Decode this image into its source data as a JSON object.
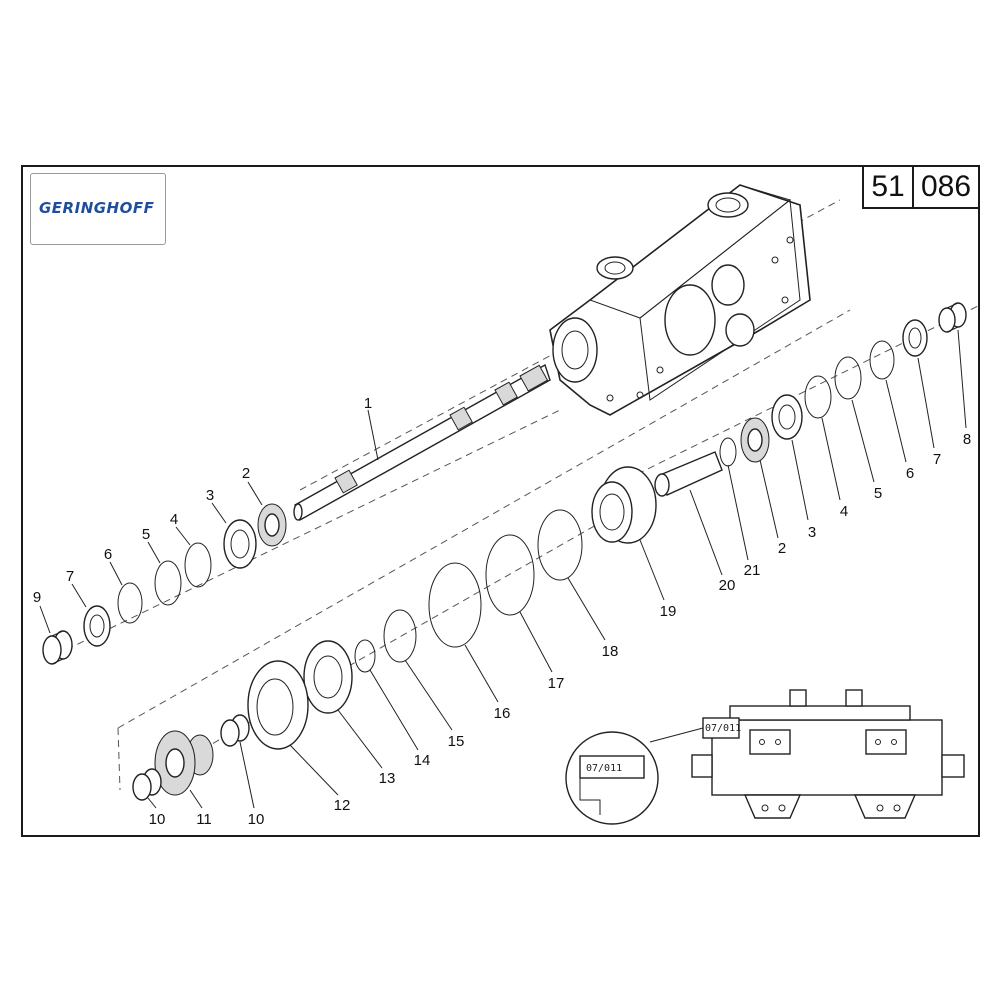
{
  "brand": {
    "logo_text": "GERINGHOFF"
  },
  "page_number": {
    "left": "51",
    "right": "086"
  },
  "callouts": [
    {
      "id": "c1",
      "text": "1"
    },
    {
      "id": "c2a",
      "text": "2"
    },
    {
      "id": "c3a",
      "text": "3"
    },
    {
      "id": "c4a",
      "text": "4"
    },
    {
      "id": "c5a",
      "text": "5"
    },
    {
      "id": "c6a",
      "text": "6"
    },
    {
      "id": "c7a",
      "text": "7"
    },
    {
      "id": "c9",
      "text": "9"
    },
    {
      "id": "c2b",
      "text": "2"
    },
    {
      "id": "c3b",
      "text": "3"
    },
    {
      "id": "c4b",
      "text": "4"
    },
    {
      "id": "c5b",
      "text": "5"
    },
    {
      "id": "c6b",
      "text": "6"
    },
    {
      "id": "c7b",
      "text": "7"
    },
    {
      "id": "c8",
      "text": "8"
    },
    {
      "id": "c21",
      "text": "21"
    },
    {
      "id": "c20",
      "text": "20"
    },
    {
      "id": "c19",
      "text": "19"
    },
    {
      "id": "c18",
      "text": "18"
    },
    {
      "id": "c17",
      "text": "17"
    },
    {
      "id": "c16",
      "text": "16"
    },
    {
      "id": "c15",
      "text": "15"
    },
    {
      "id": "c14",
      "text": "14"
    },
    {
      "id": "c13",
      "text": "13"
    },
    {
      "id": "c12",
      "text": "12"
    },
    {
      "id": "c10a",
      "text": "10"
    },
    {
      "id": "c11",
      "text": "11"
    },
    {
      "id": "c10b",
      "text": "10"
    }
  ],
  "detail": {
    "zoom_label": "07/011",
    "small_label": "07/011"
  }
}
